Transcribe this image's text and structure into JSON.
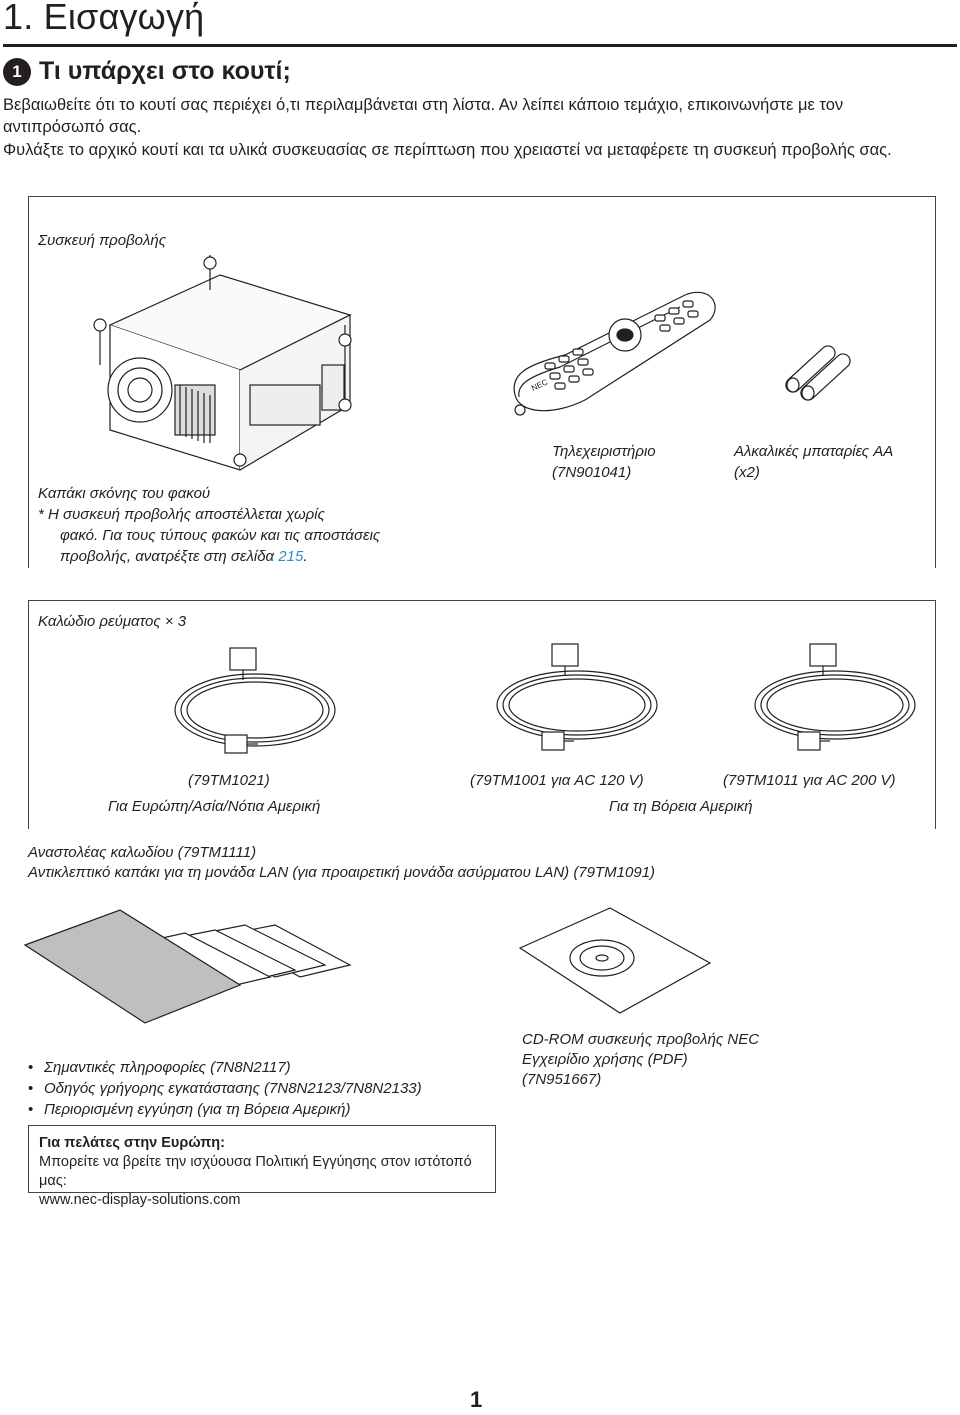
{
  "chapter_title": "1. Εισαγωγή",
  "section": {
    "number": "❶",
    "title": "Τι υπάρχει στο κουτί;"
  },
  "intro": {
    "line1": "Βεβαιωθείτε ότι το κουτί σας περιέχει ό,τι περιλαμβάνεται στη λίστα. Αν λείπει κάποιο τεμάχιο, επικοινωνήστε με τον",
    "line2": "αντιπρόσωπό σας.",
    "line3": "Φυλάξτε το αρχικό κουτί και τα υλικά συσκευασίας σε περίπτωση που χρειαστεί να μεταφέρετε τη συσκευή προβολής σας."
  },
  "projector": {
    "label": "Συσκευή προβολής",
    "lens_cap": "Καπάκι σκόνης του φακού",
    "note_line1": "*  Η συσκευή προβολής αποστέλλεται χωρίς",
    "note_line2": "φακό. Για τους τύπους φακών και τις αποστάσεις",
    "note_line3_prefix": "προβολής, ανατρέξτε στη σελίδα ",
    "note_page_ref": "215",
    "note_line3_suffix": "."
  },
  "remote": {
    "label": "Τηλεχειριστήριο",
    "code": "(7N901041)",
    "brand": "NEC"
  },
  "batteries": {
    "label": "Αλκαλικές μπαταρίες AA",
    "qty": "(x2)"
  },
  "power_cords": {
    "label": "Καλώδιο ρεύματος × 3",
    "cord1_code": "(79TM1021)",
    "cord1_region": "Για Ευρώπη/Ασία/Νότια Αμερική",
    "cord2_code": "(79TM1001 για AC 120 V)",
    "cord3_code": "(79TM1011 για AC 200 V)",
    "cord23_region": "Για τη Βόρεια Αμερική"
  },
  "accessories": {
    "line1": "Αναστολέας καλωδίου (79TM1111)",
    "line2": "Αντικλεπτικό καπάκι για τη μονάδα LAN (για προαιρετική μονάδα ασύρματου LAN) (79TM1091)"
  },
  "documents": {
    "items": [
      "Σημαντικές πληροφορίες (7N8N2117)",
      "Οδηγός γρήγορης εγκατάστασης (7N8N2123/7N8N2133)",
      "Περιορισμένη εγγύηση (για τη Βόρεια Αμερική)"
    ]
  },
  "cdrom": {
    "line1": "CD-ROM συσκευής προβολής NEC",
    "line2": "Εγχειρίδιο χρήσης (PDF)",
    "line3": "(7N951667)"
  },
  "europe_note": {
    "title": "Για πελάτες στην Ευρώπη:",
    "line1": "Μπορείτε να βρείτε την ισχύουσα Πολιτική Εγγύησης στον ιστότοπό μας:",
    "line2": "www.nec-display-solutions.com"
  },
  "page_number": "1"
}
